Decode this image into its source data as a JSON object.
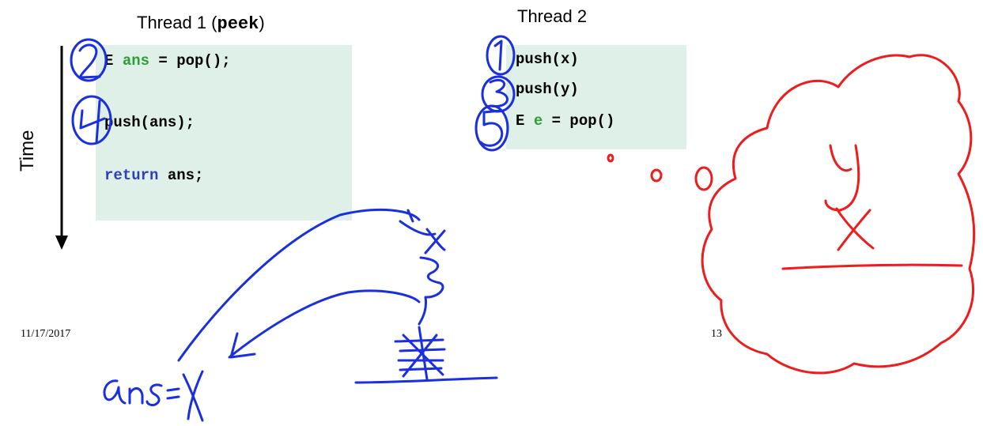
{
  "thread1": {
    "title_prefix": "Thread 1 (",
    "title_bold": "peek",
    "title_suffix": ")",
    "lines": [
      {
        "a": "E ",
        "b": "ans",
        "c": " = pop();"
      },
      {
        "a": "push(ans);"
      },
      {
        "a": "return",
        "c": " ans;"
      }
    ]
  },
  "thread2": {
    "title": "Thread 2",
    "lines": [
      {
        "a": "push(x)"
      },
      {
        "a": "push(y)"
      },
      {
        "a": "E ",
        "b": "e",
        "c": " = pop()"
      }
    ]
  },
  "time_label": "Time",
  "footer": {
    "date": "11/17/2017",
    "page": "13"
  },
  "annotations": {
    "step_numbers_t1": [
      "2",
      "4"
    ],
    "step_numbers_t2": [
      "1",
      "3",
      "5"
    ],
    "stack_labels": [
      "x",
      "y"
    ],
    "assignment": "ans = x",
    "thought_bubble_contents": [
      "y",
      "X"
    ],
    "ink_colors": {
      "blue": "#1a2fe0",
      "red": "#ee1c1c"
    }
  }
}
